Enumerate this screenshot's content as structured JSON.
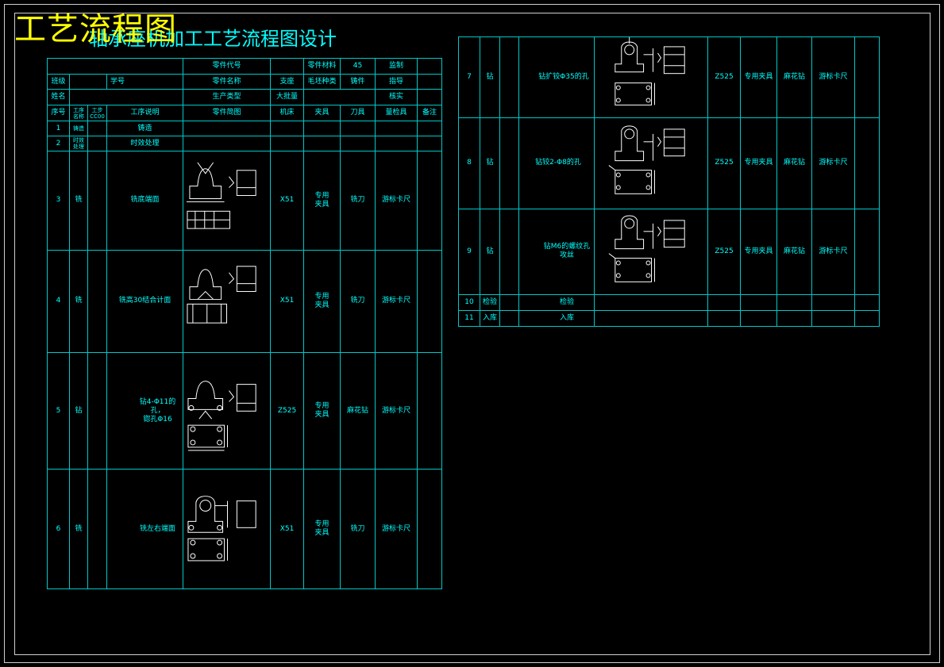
{
  "title": {
    "main": "工艺流程图",
    "sub": "轴承座机加工工艺流程图设计"
  },
  "header": {
    "part_code": "零件代号",
    "part_material": "零件材料",
    "material_value": "45",
    "supervisor": "监制",
    "class": "班级",
    "student_no": "学号",
    "part_name": "零件名称",
    "part_name_value": "支座",
    "blank_type": "毛坯种类",
    "blank_value": "铸件",
    "guide": "指导",
    "name": "姓名",
    "production_type": "生产类型",
    "production_value": "大批量",
    "verify": "核实"
  },
  "columns": [
    "序号",
    "工序\n名称",
    "工步\nCC00",
    "工序说明",
    "零件简图",
    "机床",
    "夹具",
    "刀具",
    "量检具",
    "备注"
  ],
  "left_rows": [
    {
      "no": "1",
      "name": "铸造",
      "desc": "铸造"
    },
    {
      "no": "2",
      "name": "时效\n处理",
      "desc": "时效处理"
    },
    {
      "no": "3",
      "name": "铣",
      "desc": "铣底端面",
      "machine": "X51",
      "fixture": "专用\n夹具",
      "tool": "铣刀",
      "gauge": "游标卡尺"
    },
    {
      "no": "4",
      "name": "铣",
      "desc": "铣高30结合计面",
      "machine": "X51",
      "fixture": "专用\n夹具",
      "tool": "铣刀",
      "gauge": "游标卡尺"
    },
    {
      "no": "5",
      "name": "钻",
      "desc": "钻4-Φ11的孔，\n锪孔Φ16",
      "machine": "Z525",
      "fixture": "专用\n夹具",
      "tool": "麻花钻",
      "gauge": "游标卡尺"
    },
    {
      "no": "6",
      "name": "铣",
      "desc": "铣左右端面",
      "machine": "X51",
      "fixture": "专用\n夹具",
      "tool": "铣刀",
      "gauge": "游标卡尺"
    }
  ],
  "right_rows": [
    {
      "no": "7",
      "name": "钻",
      "desc": "钻扩铰Φ35的孔",
      "machine": "Z525",
      "fixture": "专用夹具",
      "tool": "麻花钻",
      "gauge": "游标卡尺"
    },
    {
      "no": "8",
      "name": "钻",
      "desc": "钻铰2-Φ8的孔",
      "machine": "Z525",
      "fixture": "专用夹具",
      "tool": "麻花钻",
      "gauge": "游标卡尺"
    },
    {
      "no": "9",
      "name": "钻",
      "desc": "钻M6的螺纹孔\n攻丝",
      "machine": "Z525",
      "fixture": "专用夹具",
      "tool": "麻花钻",
      "gauge": "游标卡尺"
    },
    {
      "no": "10",
      "name": "检验",
      "desc": "检验"
    },
    {
      "no": "11",
      "name": "入库",
      "desc": "入库"
    }
  ]
}
